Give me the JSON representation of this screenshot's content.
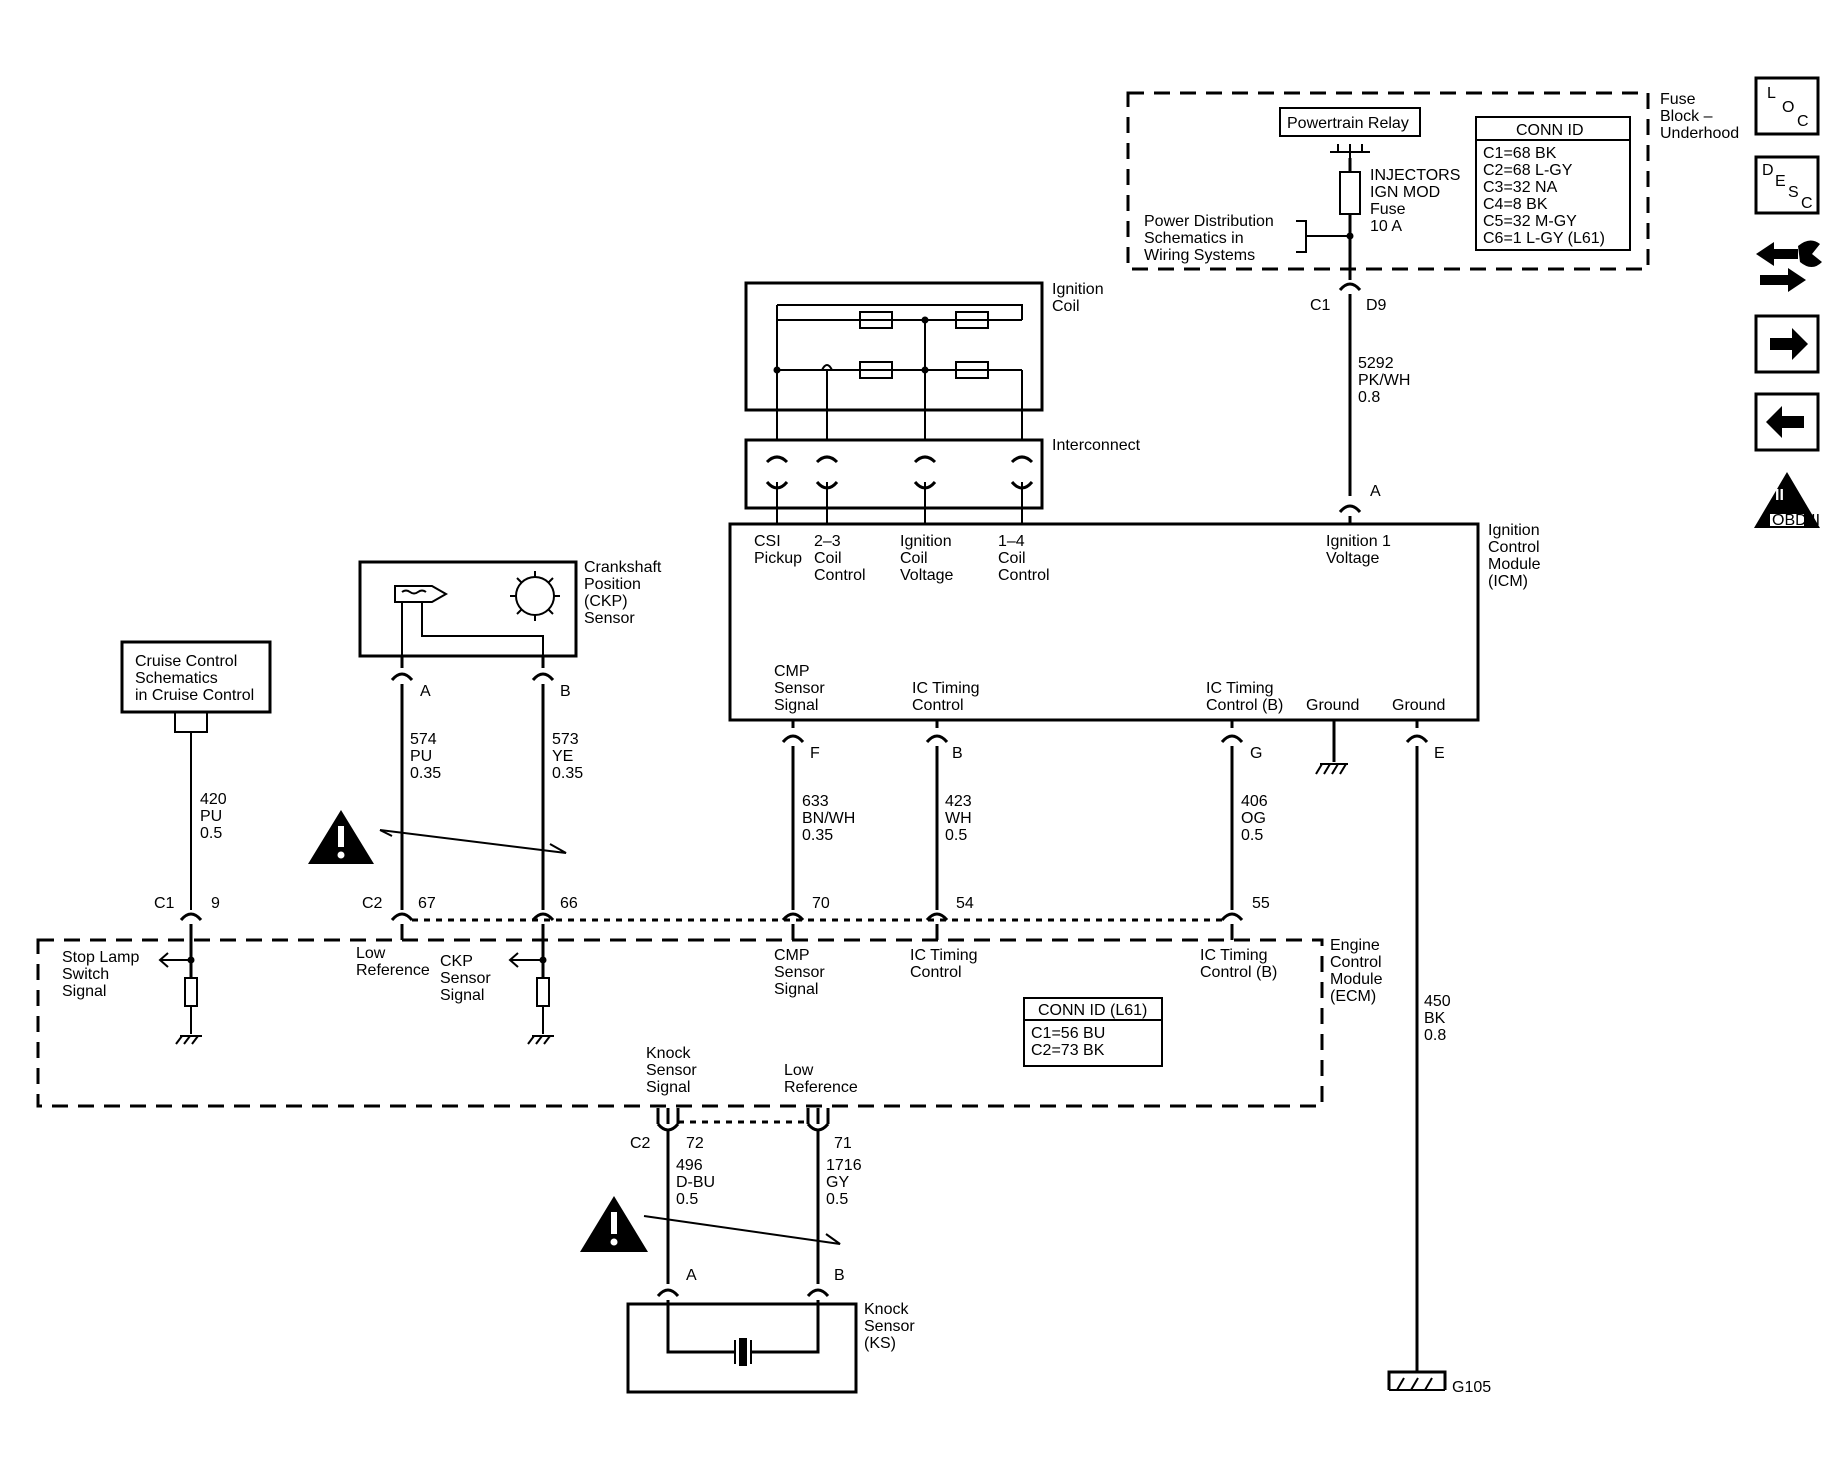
{
  "fuse_block": {
    "title": [
      "Fuse",
      "Block –",
      "Underhood"
    ],
    "relay": "Powertrain Relay",
    "fuse": [
      "INJECTORS",
      "IGN MOD",
      "Fuse",
      "10 A"
    ],
    "power_dist": [
      "Power Distribution",
      "Schematics in",
      "Wiring Systems"
    ],
    "conn_id_title": "CONN ID",
    "conn_ids": [
      "C1=68 BK",
      "C2=68 L-GY",
      "C3=32 NA",
      "C4=8 BK",
      "C5=32 M-GY",
      "C6=1 L-GY (L61)"
    ]
  },
  "nav_icons": {
    "loc": [
      "L",
      "O",
      "C"
    ],
    "desc": [
      "D",
      "E",
      "S",
      "C"
    ],
    "obd": [
      "II",
      "OBD II"
    ]
  },
  "ignition_coil": {
    "title": [
      "Ignition",
      "Coil"
    ],
    "interconnect": "Interconnect"
  },
  "icm": {
    "title": [
      "Ignition",
      "Control",
      "Module",
      "(ICM)"
    ],
    "top_pins": [
      [
        "CSI",
        "Pickup"
      ],
      [
        "2–3",
        "Coil",
        "Control"
      ],
      [
        "Ignition",
        "Coil",
        "Voltage"
      ],
      [
        "1–4",
        "Coil",
        "Control"
      ],
      [
        "Ignition 1",
        "Voltage"
      ]
    ],
    "bottom_pins": [
      [
        "CMP",
        "Sensor",
        "Signal"
      ],
      [
        "IC Timing",
        "Control"
      ],
      [
        "IC Timing",
        "Control (B)"
      ],
      [
        "Ground"
      ],
      [
        "Ground"
      ]
    ]
  },
  "ckp": {
    "title": [
      "Crankshaft",
      "Position",
      "(CKP)",
      "Sensor"
    ]
  },
  "cruise": {
    "title": [
      "Cruise Control",
      "Schematics",
      "in Cruise Control"
    ]
  },
  "ecm": {
    "title": [
      "Engine",
      "Control",
      "Module",
      "(ECM)"
    ],
    "labels": {
      "stop_lamp": [
        "Stop Lamp",
        "Switch",
        "Signal"
      ],
      "low_ref": [
        "Low",
        "Reference"
      ],
      "ckp_signal": [
        "CKP",
        "Sensor",
        "Signal"
      ],
      "cmp_signal": [
        "CMP",
        "Sensor",
        "Signal"
      ],
      "ic_timing": [
        "IC Timing",
        "Control"
      ],
      "ic_timing_b": [
        "IC Timing",
        "Control (B)"
      ],
      "knock_signal": [
        "Knock",
        "Sensor",
        "Signal"
      ],
      "low_ref2": [
        "Low",
        "Reference"
      ]
    },
    "conn_id_title": "CONN ID (L61)",
    "conn_ids": [
      "C1=56 BU",
      "C2=73 BK"
    ]
  },
  "knock_sensor": {
    "title": [
      "Knock",
      "Sensor",
      "(KS)"
    ]
  },
  "connectors": {
    "c1": "C1",
    "c2": "C2",
    "d9": "D9",
    "a": "A",
    "b": "B",
    "e": "E",
    "f": "F",
    "g": "G",
    "p9": "9",
    "p67": "67",
    "p66": "66",
    "p70": "70",
    "p54": "54",
    "p55": "55",
    "p72": "72",
    "p71": "71"
  },
  "wires": {
    "w5292": [
      "5292",
      "PK/WH",
      "0.8"
    ],
    "w420": [
      "420",
      "PU",
      "0.5"
    ],
    "w574": [
      "574",
      "PU",
      "0.35"
    ],
    "w573": [
      "573",
      "YE",
      "0.35"
    ],
    "w633": [
      "633",
      "BN/WH",
      "0.35"
    ],
    "w423": [
      "423",
      "WH",
      "0.5"
    ],
    "w406": [
      "406",
      "OG",
      "0.5"
    ],
    "w450": [
      "450",
      "BK",
      "0.8"
    ],
    "w496": [
      "496",
      "D-BU",
      "0.5"
    ],
    "w1716": [
      "1716",
      "GY",
      "0.5"
    ]
  },
  "ground": "G105"
}
